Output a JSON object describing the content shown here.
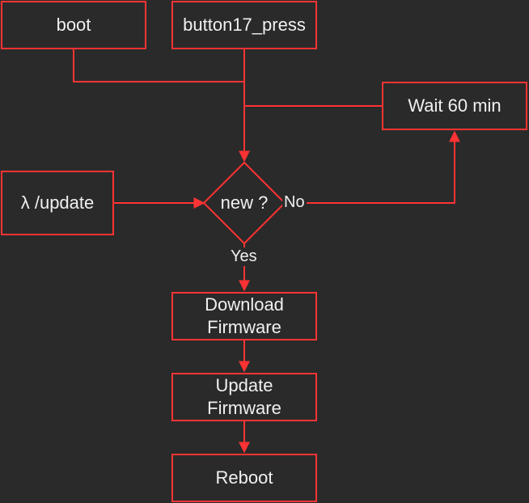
{
  "colors": {
    "background": "#2a2a2a",
    "stroke": "#ff3333",
    "text": "#f0f0f0"
  },
  "nodes": {
    "boot": "boot",
    "button17_press": "button17_press",
    "wait": "Wait 60 min",
    "lambda_update": "λ /update",
    "decision": "new ?",
    "download": "Download\nFirmware",
    "update": "Update\nFirmware",
    "reboot": "Reboot"
  },
  "edge_labels": {
    "no": "No",
    "yes": "Yes"
  }
}
